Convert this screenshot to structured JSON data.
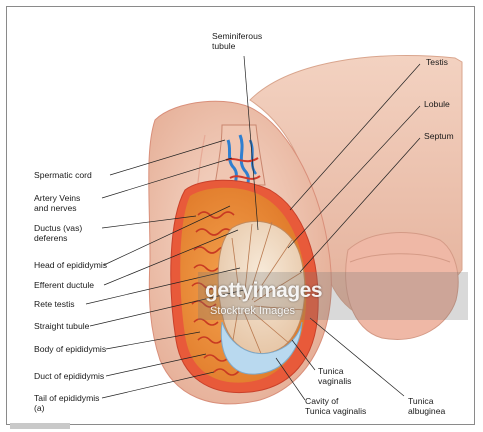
{
  "labels_left": [
    {
      "id": "spermatic-cord",
      "text": "Spermatic cord"
    },
    {
      "id": "artery-veins-nerves",
      "text": "Artery Veins\nand nerves"
    },
    {
      "id": "ductus-deferens",
      "text": "Ductus (vas)\ndeferens"
    },
    {
      "id": "head-of-epididymis",
      "text": "Head of epididymis"
    },
    {
      "id": "efferent-ductule",
      "text": "Efferent ductule"
    },
    {
      "id": "rete-testis",
      "text": "Rete testis"
    },
    {
      "id": "straight-tubule",
      "text": "Straight tubule"
    },
    {
      "id": "body-of-epididymis",
      "text": "Body of epididymis"
    },
    {
      "id": "duct-of-epididymis",
      "text": "Duct of epididymis"
    },
    {
      "id": "tail-of-epididymis",
      "text": "Tail of epididymis\n(a)"
    }
  ],
  "labels_top": [
    {
      "id": "seminiferous-tubule",
      "text": "Seminiferous\ntubule"
    }
  ],
  "labels_right": [
    {
      "id": "testis",
      "text": "Testis"
    },
    {
      "id": "lobule",
      "text": "Lobule"
    },
    {
      "id": "septum",
      "text": "Septum"
    }
  ],
  "labels_bottom": [
    {
      "id": "tunica-vaginalis",
      "text": "Tunica\nvaginalis"
    },
    {
      "id": "cavity-of-tunica-vaginalis",
      "text": "Cavity of\nTunica vaginalis"
    },
    {
      "id": "tunica-albuginea",
      "text": "Tunica\nalbuginea"
    }
  ],
  "watermark": {
    "brand": "gettyimages",
    "credit": "Stocktrek Images"
  },
  "colors": {
    "skin": "#f2c9b6",
    "skin_dark": "#e3a88f",
    "epididymis": "#e98a3a",
    "tubule_red": "#d8442a",
    "testis_core": "#f1dcc6",
    "cavity_blue": "#b9d9ef",
    "vessel_blue": "#2f7fd0",
    "vessel_red": "#d23a2a"
  }
}
